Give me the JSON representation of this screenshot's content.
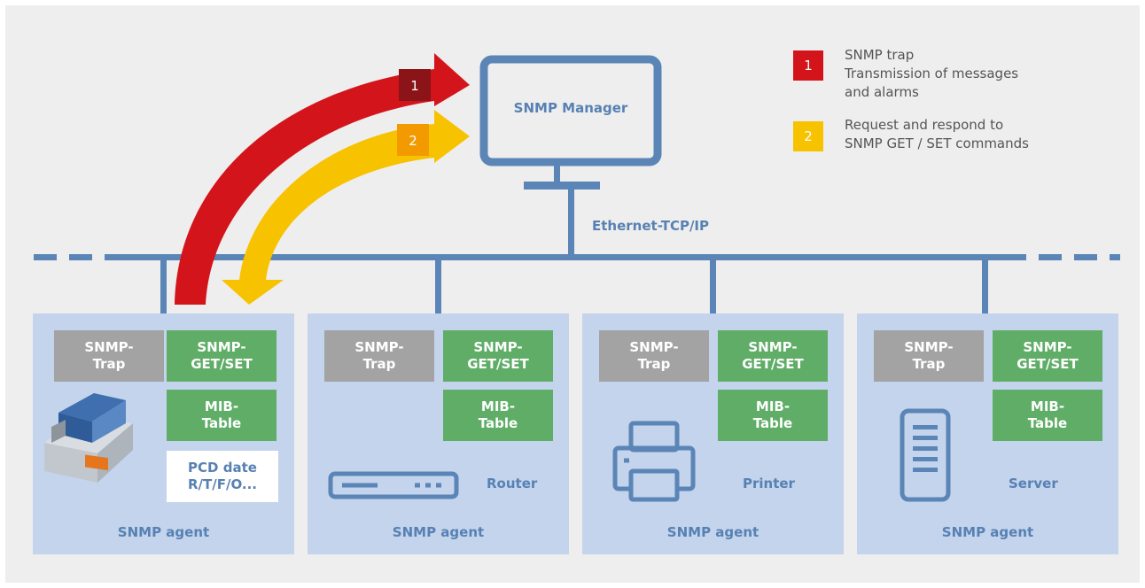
{
  "manager": {
    "label": "SNMP Manager"
  },
  "network": {
    "label": "Ethernet-TCP/IP"
  },
  "legend": [
    {
      "number": "1",
      "text": "SNMP trap\nTransmission of messages\nand alarms",
      "color": "#d4141b"
    },
    {
      "number": "2",
      "text": "Request and respond to\nSNMP GET / SET commands",
      "color": "#f7c200"
    }
  ],
  "arrows": {
    "trap_number": "1",
    "getset_number": "2",
    "trap_color": "#d4141b",
    "getset_color": "#f7c200"
  },
  "agents": [
    {
      "trap": "SNMP-\nTrap",
      "getset": "SNMP-\nGET/SET",
      "mib": "MIB-\nTable",
      "extra": "PCD date\nR/T/F/O...",
      "device": "",
      "device_icon": "pcd-controller",
      "label": "SNMP agent"
    },
    {
      "trap": "SNMP-\nTrap",
      "getset": "SNMP-\nGET/SET",
      "mib": "MIB-\nTable",
      "device": "Router",
      "device_icon": "router",
      "label": "SNMP agent"
    },
    {
      "trap": "SNMP-\nTrap",
      "getset": "SNMP-\nGET/SET",
      "mib": "MIB-\nTable",
      "device": "Printer",
      "device_icon": "printer",
      "label": "SNMP agent"
    },
    {
      "trap": "SNMP-\nTrap",
      "getset": "SNMP-\nGET/SET",
      "mib": "MIB-\nTable",
      "device": "Server",
      "device_icon": "server",
      "label": "SNMP agent"
    }
  ],
  "colors": {
    "line": "#5b85b6",
    "agent_bg": "#c3d4ec",
    "tile_gray": "#a3a3a3",
    "tile_green": "#5fad67"
  }
}
